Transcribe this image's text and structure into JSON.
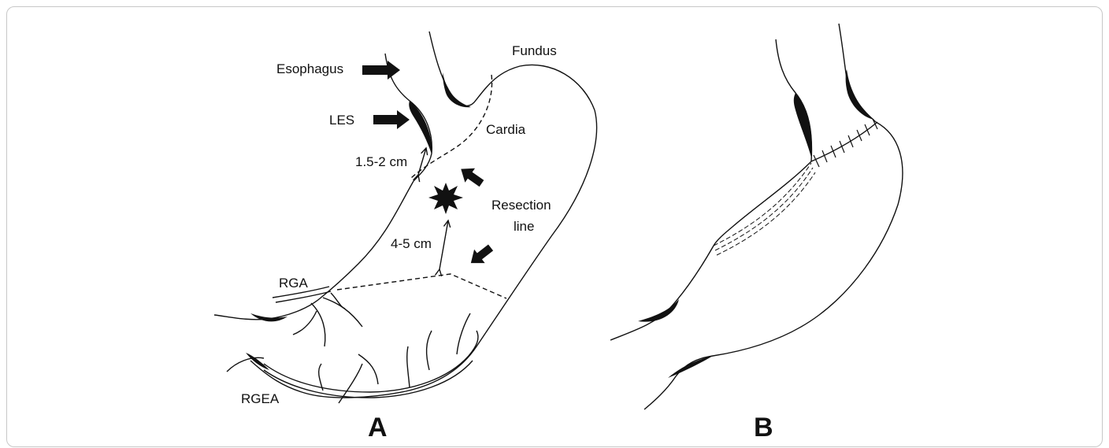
{
  "labels": {
    "esophagus": "Esophagus",
    "fundus": "Fundus",
    "les": "LES",
    "cardia": "Cardia",
    "distance_top": "1.5-2 cm",
    "resection_line_1": "Resection",
    "resection_line_2": "line",
    "distance_bottom": "4-5 cm",
    "rga": "RGA",
    "rgea": "RGEA"
  },
  "panels": {
    "a": "A",
    "b": "B"
  }
}
